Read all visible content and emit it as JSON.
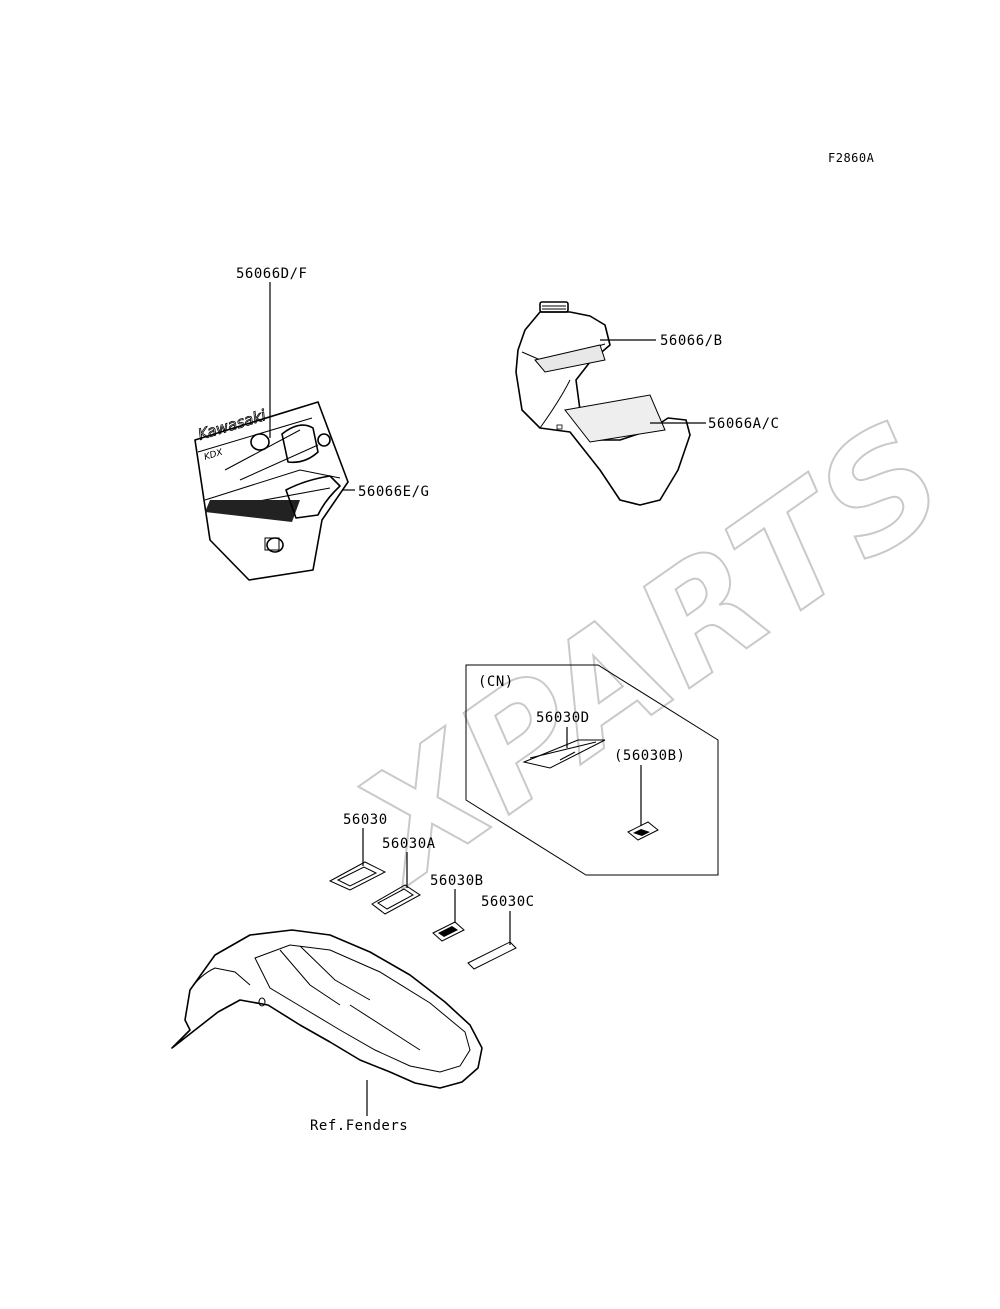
{
  "figure_code": "F2860A",
  "watermark": "XPARTS",
  "callouts": {
    "shroud_upper": "56066D/F",
    "shroud_lower": "56066E/G",
    "tank_upper": "56066/B",
    "tank_lower": "56066A/C",
    "label_1": "56030",
    "label_1a": "56030A",
    "label_1b": "56030B",
    "label_1c": "56030C",
    "fender_ref": "Ref.Fenders"
  },
  "inset": {
    "region": "(CN)",
    "label_d": "56030D",
    "label_b": "(56030B)"
  },
  "colors": {
    "ink": "#000000",
    "watermark": "#c9c9c9",
    "background": "#ffffff"
  }
}
